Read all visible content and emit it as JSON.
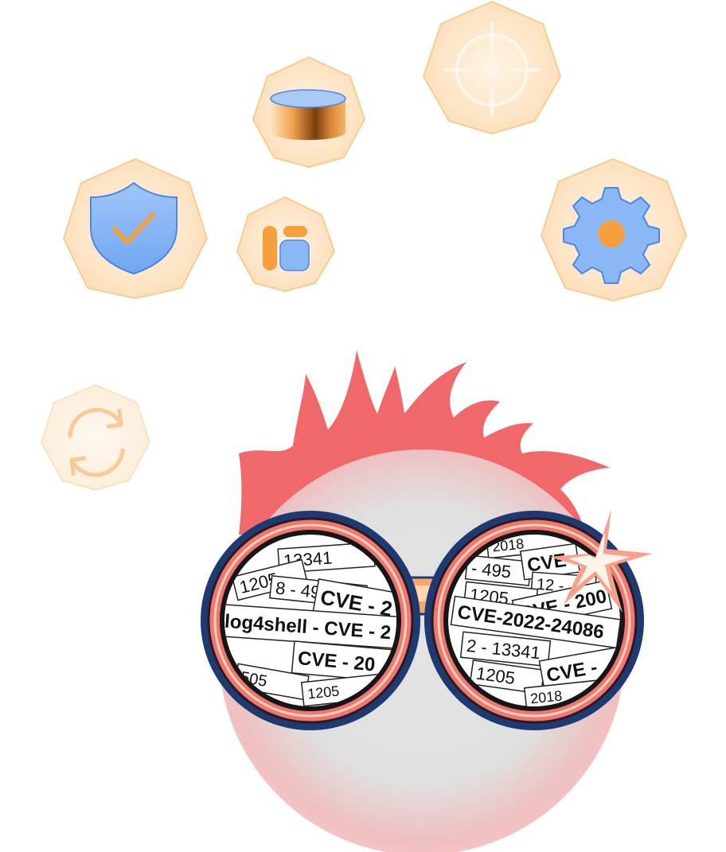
{
  "colors": {
    "hex_fill": "#fde6c8",
    "hex_stroke": "#f6cc92",
    "accent_orange": "#f5a03c",
    "icon_blue": "#8ab8f5",
    "icon_blue_stroke": "#4c86e6",
    "flame": "#f0686a",
    "rim_dark": "#1d3a72",
    "lens_rim": "#f07575",
    "lens_inner": "#161616",
    "sparkle": "#fff3ea"
  },
  "icons": [
    "shield-check-icon",
    "database-icon",
    "target-icon",
    "layout-icon",
    "gear-icon",
    "refresh-icon"
  ],
  "left_lens_labels": [
    "13341",
    "1205",
    "8 - 495",
    "CVE - 2",
    "log4shell - CVE - 2",
    "CVE - 20",
    "505",
    "1205"
  ],
  "right_lens_labels": [
    "2018",
    "- 495",
    "CVE",
    "12 -",
    "1205",
    "CVE - 200",
    "CVE-2022-24086",
    "2 - 13341",
    "1205",
    "CVE -",
    "2018"
  ]
}
